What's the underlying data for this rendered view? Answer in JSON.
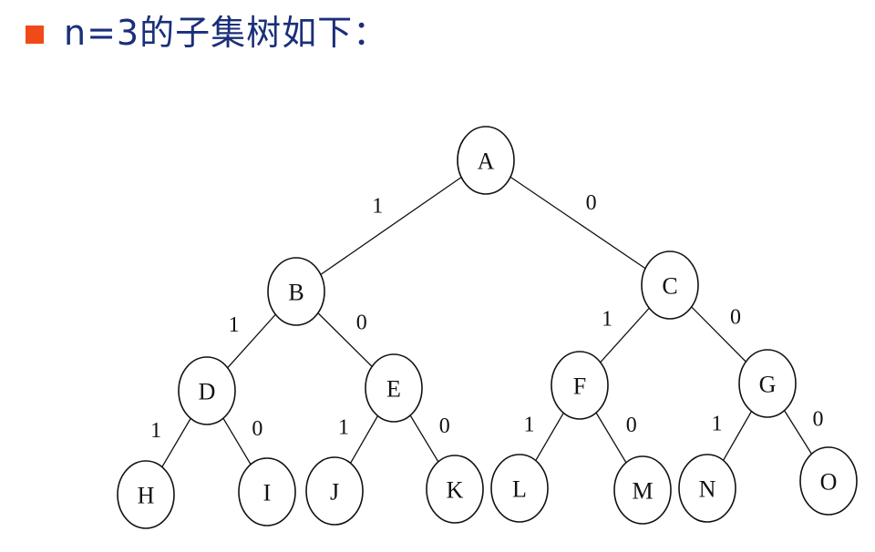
{
  "heading": {
    "text": "n=3的子集树如下：",
    "bullet_color": "#f04a18",
    "text_color": "#1a2f7a"
  },
  "tree": {
    "nodes": [
      {
        "id": "A",
        "label": "A"
      },
      {
        "id": "B",
        "label": "B"
      },
      {
        "id": "C",
        "label": "C"
      },
      {
        "id": "D",
        "label": "D"
      },
      {
        "id": "E",
        "label": "E"
      },
      {
        "id": "F",
        "label": "F"
      },
      {
        "id": "G",
        "label": "G"
      },
      {
        "id": "H",
        "label": "H"
      },
      {
        "id": "I",
        "label": "I"
      },
      {
        "id": "J",
        "label": "J"
      },
      {
        "id": "K",
        "label": "K"
      },
      {
        "id": "L",
        "label": "L"
      },
      {
        "id": "M",
        "label": "M"
      },
      {
        "id": "N",
        "label": "N"
      },
      {
        "id": "O",
        "label": "O"
      }
    ],
    "edges": [
      {
        "from": "A",
        "to": "B",
        "label": "1"
      },
      {
        "from": "A",
        "to": "C",
        "label": "0"
      },
      {
        "from": "B",
        "to": "D",
        "label": "1"
      },
      {
        "from": "B",
        "to": "E",
        "label": "0"
      },
      {
        "from": "C",
        "to": "F",
        "label": "1"
      },
      {
        "from": "C",
        "to": "G",
        "label": "0"
      },
      {
        "from": "D",
        "to": "H",
        "label": "1"
      },
      {
        "from": "D",
        "to": "I",
        "label": "0"
      },
      {
        "from": "E",
        "to": "J",
        "label": "1"
      },
      {
        "from": "E",
        "to": "K",
        "label": "0"
      },
      {
        "from": "F",
        "to": "L",
        "label": "1"
      },
      {
        "from": "F",
        "to": "M",
        "label": "0"
      },
      {
        "from": "G",
        "to": "N",
        "label": "1"
      },
      {
        "from": "G",
        "to": "O",
        "label": "0"
      }
    ]
  }
}
